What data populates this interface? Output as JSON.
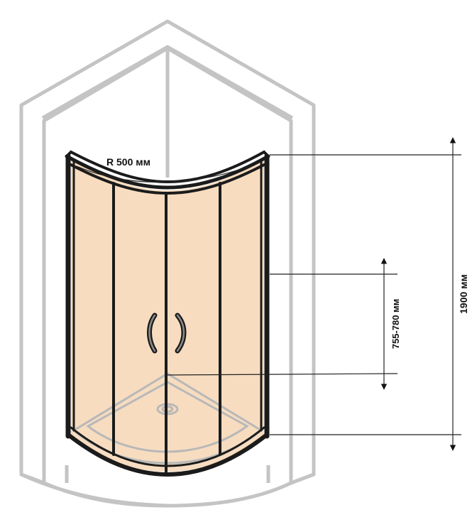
{
  "labels": {
    "radius": "R 500 мм",
    "height": "1900 мм",
    "handle_height": "755-780 мм"
  },
  "colors": {
    "glass": "#f7dcc0",
    "frame": "#1b1b1b",
    "wall_outline": "#c4c4c4",
    "tray_outline": "#b5b5b5",
    "dimension_line": "#222222"
  }
}
